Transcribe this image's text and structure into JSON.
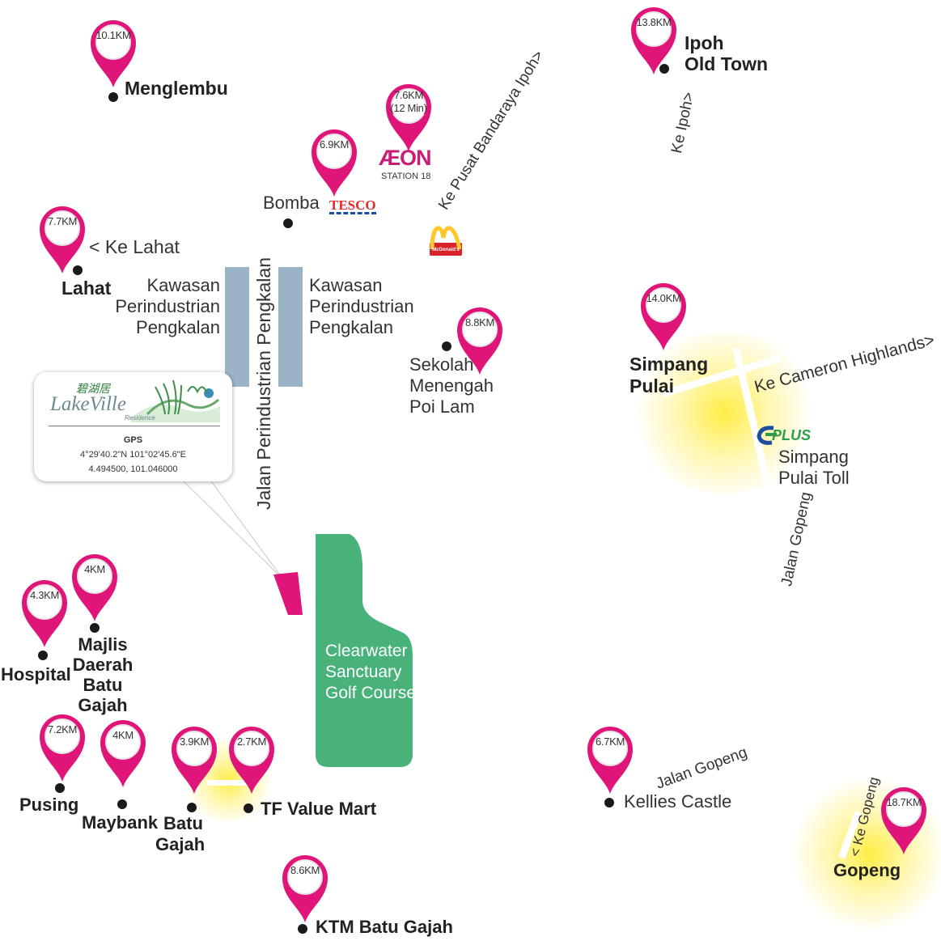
{
  "map": {
    "pins": [
      {
        "id": "menglembu",
        "distance": "10.1KM"
      },
      {
        "id": "ipoh-old-town",
        "distance": "13.8KM"
      },
      {
        "id": "aeon",
        "distance": "7.6KM",
        "distance_note": "(12 Min)"
      },
      {
        "id": "tesco",
        "distance": "6.9KM"
      },
      {
        "id": "lahat",
        "distance": "7.7KM"
      },
      {
        "id": "simpang-pulai",
        "distance": "14.0KM"
      },
      {
        "id": "sekolah",
        "distance": "8.8KM"
      },
      {
        "id": "majlis",
        "distance": "4KM"
      },
      {
        "id": "hospital",
        "distance": "4.3KM"
      },
      {
        "id": "pusing",
        "distance": "7.2KM"
      },
      {
        "id": "maybank",
        "distance": "4KM"
      },
      {
        "id": "batu-gajah",
        "distance": "3.9KM"
      },
      {
        "id": "tf-value-mart",
        "distance": "2.7KM"
      },
      {
        "id": "kellies-castle",
        "distance": "6.7KM"
      },
      {
        "id": "gopeng",
        "distance": "18.7KM"
      },
      {
        "id": "ktm",
        "distance": "8.6KM"
      }
    ],
    "places": {
      "menglembu": "Menglembu",
      "ipoh_line1": "Ipoh",
      "ipoh_line2": "Old Town",
      "bomba": "Bomba",
      "lahat": "Lahat",
      "kawasan_left": [
        "Kawasan",
        "Perindustrian",
        "Pengkalan"
      ],
      "kawasan_right": [
        "Kawasan",
        "Perindustrian",
        "Pengkalan"
      ],
      "sekolah": [
        "Sekolah",
        "Menengah",
        "Poi Lam"
      ],
      "simpang_pulai": [
        "Simpang",
        "Pulai"
      ],
      "simpang_pulai_toll": [
        "Simpang",
        "Pulai Toll"
      ],
      "hospital": "Hospital",
      "majlis": [
        "Majlis",
        "Daerah",
        "Batu",
        "Gajah"
      ],
      "pusing": "Pusing",
      "maybank": "Maybank",
      "batu_gajah": [
        "Batu",
        "Gajah"
      ],
      "tf_value_mart": "TF Value Mart",
      "ktm": "KTM Batu Gajah",
      "kellies_castle": "Kellies Castle",
      "gopeng": "Gopeng",
      "golf": [
        "Clearwater",
        "Sanctuary",
        "Golf Course"
      ]
    },
    "roads": {
      "ke_lahat": "< Ke Lahat",
      "ke_ipoh": "Ke Ipoh>",
      "ke_pusat": "Ke Pusat Bandaraya Ipoh>",
      "jalan_perindustrian": "Jalan Perindustrian Pengkalan",
      "ke_cameron": "Ke Cameron Highlands>",
      "jalan_gopeng_1": "Jalan Gopeng",
      "jalan_gopeng_2": "Jalan Gopeng",
      "ke_gopeng": "< Ke Gopeng"
    },
    "logos": {
      "aeon": "ÆON",
      "aeon_sub": "STATION 18",
      "tesco": "TESCO",
      "mcd": "McDonald's",
      "plus": "PLUS"
    },
    "callout": {
      "chinese_name": "碧湖居",
      "brand": "LakeVille",
      "brand_sub": "Residence",
      "gps_title": "GPS",
      "gps_dms": "4°29'40.2\"N 101°02'45.6\"E",
      "gps_decimal": "4.494500, 101.046000"
    },
    "colors": {
      "pin": "#e0157a",
      "golf": "#48b27a",
      "industrial": "#9ab3c5",
      "glow": "#ffe93c"
    }
  }
}
